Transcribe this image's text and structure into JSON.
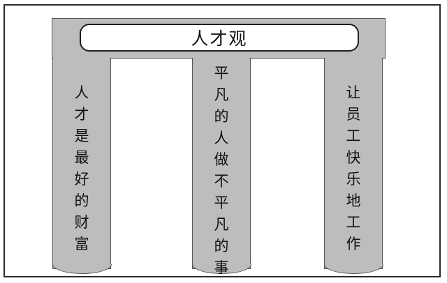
{
  "title": "人才观",
  "pillars": [
    {
      "chars": [
        "人",
        "才",
        "是",
        "最",
        "好",
        "的",
        "财",
        "富"
      ]
    },
    {
      "chars": [
        "平",
        "凡",
        "的",
        "人",
        "做",
        "不",
        "平",
        "凡",
        "的",
        "事"
      ]
    },
    {
      "chars": [
        "让",
        "员",
        "工",
        "快",
        "乐",
        "地",
        "工",
        "作"
      ]
    }
  ]
}
